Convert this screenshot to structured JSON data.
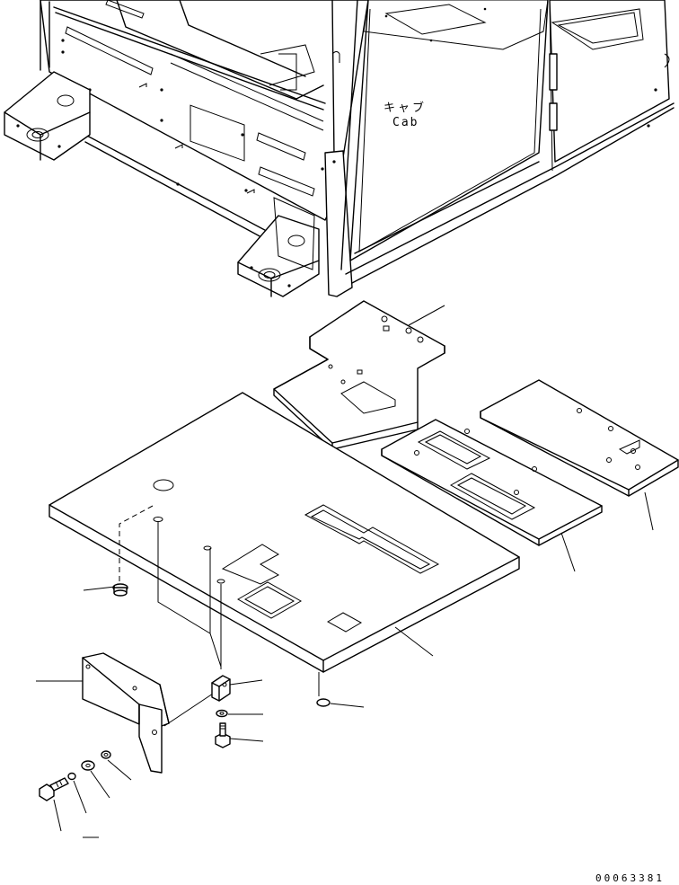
{
  "labels": {
    "cab_jp": "キャブ",
    "cab_en": "Cab"
  },
  "drawing_number": "00063381",
  "icons": [
    "cab-frame-icon",
    "floor-plate-icon",
    "floor-mat-icon",
    "cover-plate-icon",
    "bracket-icon",
    "bolt-icon",
    "washer-icon",
    "grommet-icon"
  ],
  "colors": {
    "line": "#000000",
    "background": "#ffffff"
  }
}
